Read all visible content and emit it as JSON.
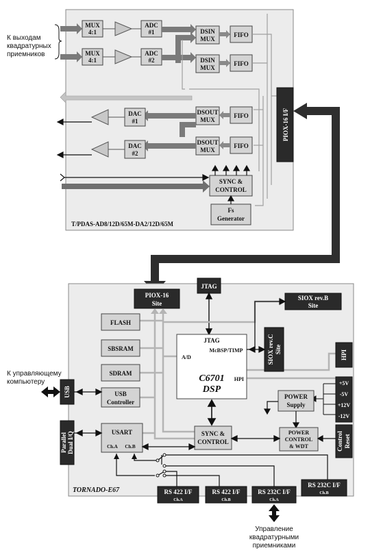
{
  "top_board": {
    "name": "T/PDAS-AD8/12D/65M-DA2/12D/65M",
    "mux1": [
      "MUX",
      "4:1"
    ],
    "mux2": [
      "MUX",
      "4:1"
    ],
    "adc1": [
      "ADC",
      "#1"
    ],
    "adc2": [
      "ADC",
      "#2"
    ],
    "dsin1": [
      "DSIN",
      "MUX"
    ],
    "dsin2": [
      "DSIN",
      "MUX"
    ],
    "fifo": "FIFO",
    "dsout1": [
      "DSOUT",
      "MUX"
    ],
    "dsout2": [
      "DSOUT",
      "MUX"
    ],
    "dac1": [
      "DAC",
      "#1"
    ],
    "dac2": [
      "DAC",
      "#2"
    ],
    "sync": [
      "SYNC &",
      "CONTROL"
    ],
    "fsgen": [
      "Fs",
      "Generator"
    ],
    "piox_if": "PIOX-16 I/F"
  },
  "annotations": {
    "inputs": [
      "К выходам",
      "квадратурных",
      "приемников"
    ],
    "host": [
      "К управляющему",
      "компьютеру"
    ],
    "control": [
      "Управление",
      "квадратурными",
      "приемниками"
    ]
  },
  "bottom_board": {
    "name": "TORNADO-E67",
    "piox_site": [
      "PIOX-16",
      "Site"
    ],
    "jtag": "JTAG",
    "siox_b": [
      "SIOX rev.B",
      "Site"
    ],
    "siox_c": [
      "SIOX rev.C",
      "Site"
    ],
    "flash": "FLASH",
    "sbsram": "SBSRAM",
    "sdram": "SDRAM",
    "usb": "USB",
    "usb_ctrl": [
      "USB",
      "Controller"
    ],
    "usart": "USART",
    "ch_a": "Ch.A",
    "ch_b": "Ch.B",
    "parallel": [
      "Parallel",
      "Dual I/Q"
    ],
    "dsp_jtag": "JTAG",
    "dsp_mcbsp": "McBSP/TIMP",
    "dsp_ad": "A/D",
    "dsp_hpi": "HPI",
    "dsp_name": [
      "C6701",
      "DSP"
    ],
    "hpi": "HPI",
    "voltages": [
      "+5V",
      "-5V",
      "+12V",
      "-12V"
    ],
    "power_supply": [
      "POWER",
      "Supply"
    ],
    "power_control": [
      "POWER",
      "CONTROL",
      "& WDT"
    ],
    "control_reset": [
      "Control",
      "Reset"
    ],
    "sync": [
      "SYNC &",
      "CONTROL"
    ],
    "ports": [
      {
        "label": "RS 422 I/F",
        "ch": "Ch.A"
      },
      {
        "label": "RS 422 I/F",
        "ch": "Ch.B"
      },
      {
        "label": "RS 232C I/F",
        "ch": "Ch.A"
      },
      {
        "label": "RS 232C I/F",
        "ch": "Ch.B"
      }
    ]
  }
}
